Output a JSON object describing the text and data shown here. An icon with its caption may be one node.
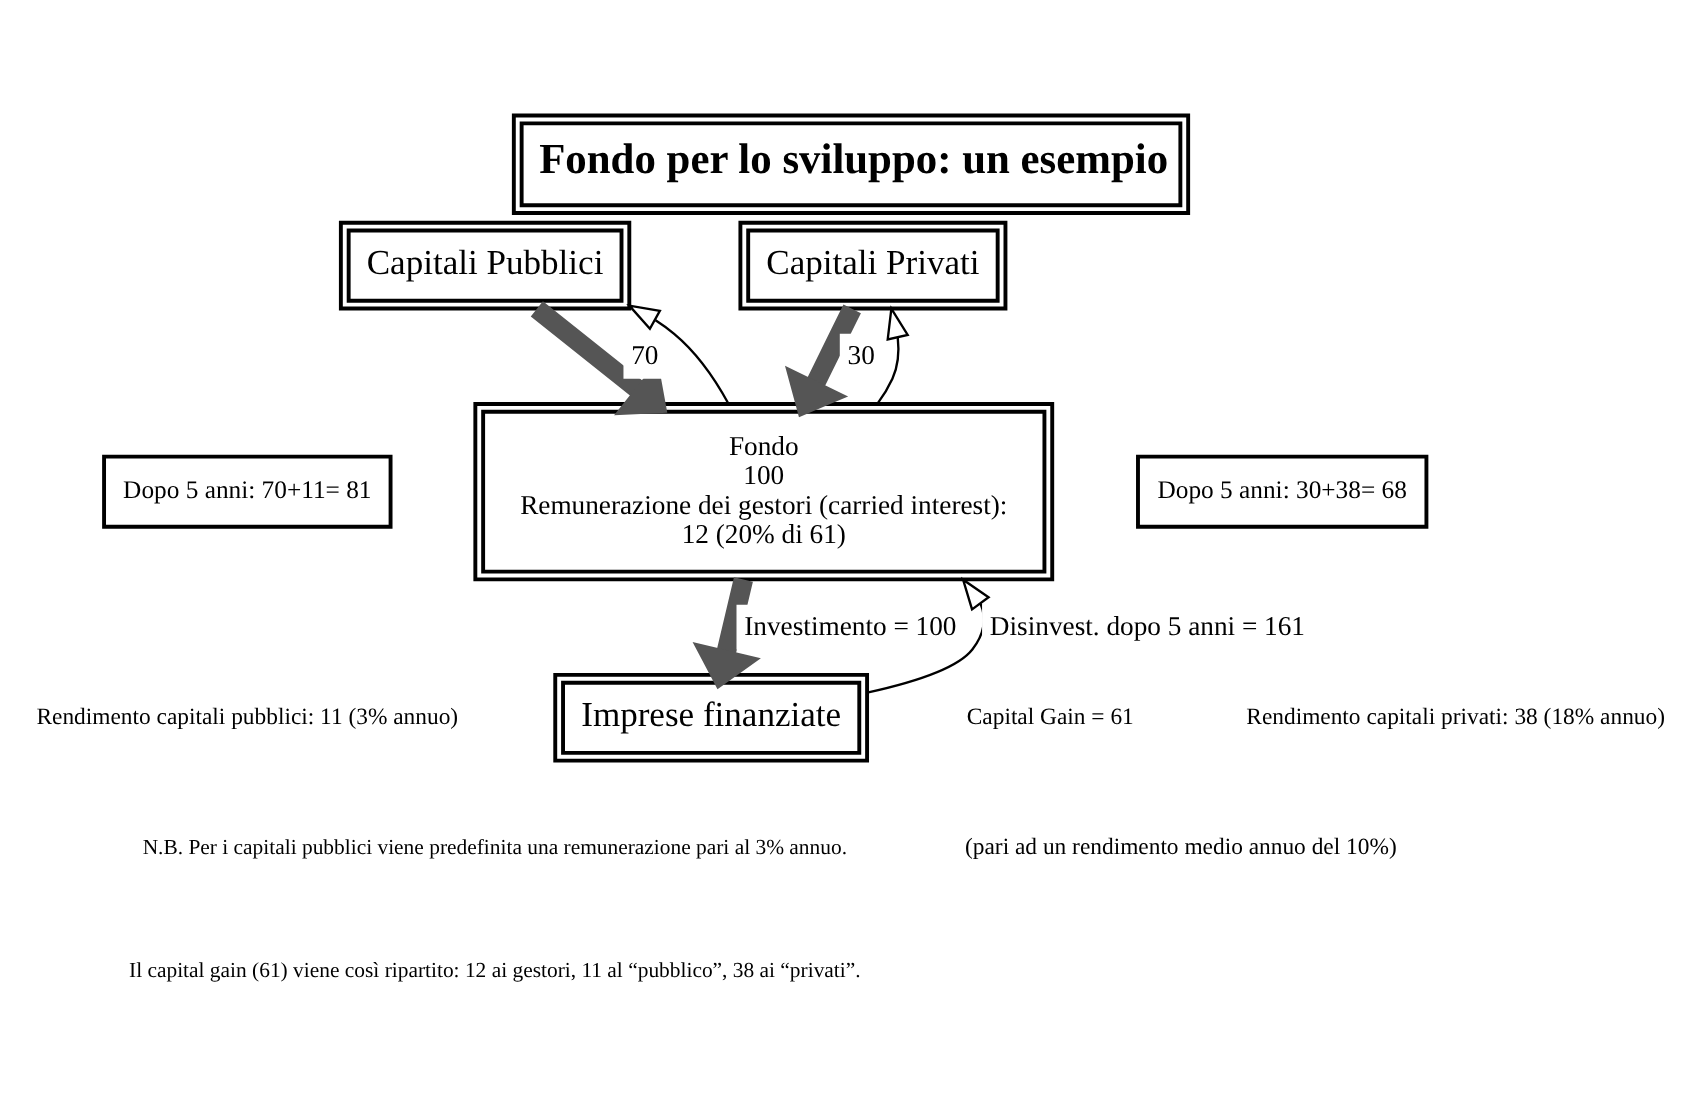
{
  "diagram": {
    "title": "Fondo per lo sviluppo: un esempio",
    "nodes": [
      {
        "text": [
          "Capitali Pubblici"
        ]
      },
      {
        "text": [
          "Capitali Privati"
        ]
      },
      {
        "text": [
          "Dopo 5 anni: 70+11= 81"
        ]
      },
      {
        "text": [
          "Fondo",
          "100",
          "Remunerazione dei gestori (carried interest):",
          "12 (20% di 61)"
        ]
      },
      {
        "text": [
          "Dopo 5 anni: 30+38= 68"
        ]
      },
      {
        "text": [
          "Imprese finanziate"
        ]
      }
    ],
    "edges": [
      {
        "from": 0,
        "to": 3,
        "arrow": "to",
        "label": "70",
        "style": "thick",
        "color": "#555555"
      },
      {
        "from": 1,
        "to": 3,
        "arrow": "to",
        "label": "30",
        "style": "thick",
        "color": "#555555"
      },
      {
        "from": 3,
        "to": 0,
        "arrow": "to"
      },
      {
        "from": 3,
        "to": 1,
        "arrow": "to"
      },
      {
        "from": 3,
        "to": 5,
        "arrow": "to",
        "label": "Investimento = 100",
        "style": "thick",
        "color": "#555555"
      },
      {
        "from": 5,
        "to": 3,
        "arrow": "to",
        "label": "Disinvest. dopo 5 anni = 161"
      }
    ],
    "labels": [
      "Rendimento capitali pubblici: 11 (3% annuo)",
      "Rendimento capitali privati: 38 (18% annuo)",
      "Capital Gain = 61",
      "(pari ad un rendimento medio annuo del 10%)",
      "N.B. Per i capitali pubblici viene predefinita una remunerazione pari al 3% annuo.",
      "Il capital gain (61) viene così ripartito: 12 ai gestori, 11 al “pubblico”, 38 ai “privati”."
    ]
  }
}
